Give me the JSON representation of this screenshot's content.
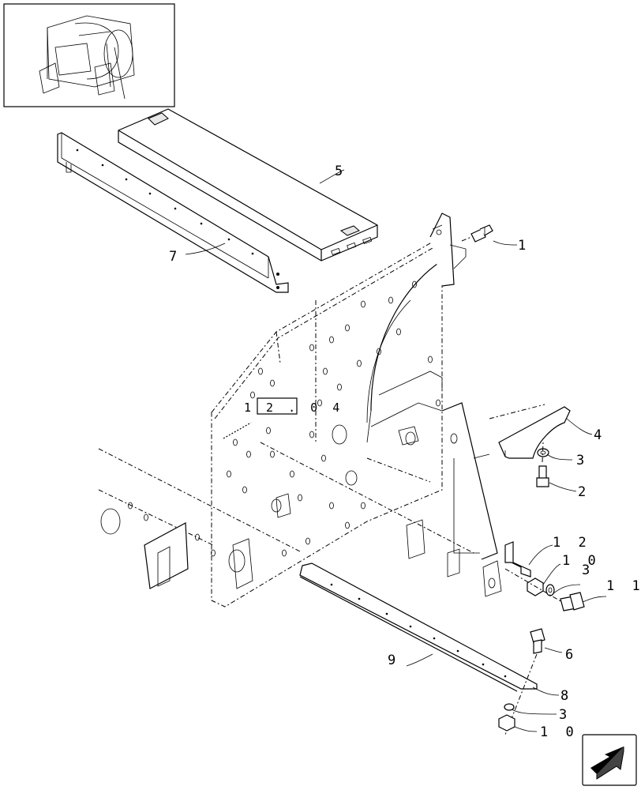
{
  "diagram": {
    "callouts": [
      {
        "id": "c1",
        "text": "1"
      },
      {
        "id": "c2",
        "text": "2"
      },
      {
        "id": "c3a",
        "text": "3"
      },
      {
        "id": "c3b",
        "text": "3"
      },
      {
        "id": "c3c",
        "text": "3"
      },
      {
        "id": "c4",
        "text": "4"
      },
      {
        "id": "c5",
        "text": "5"
      },
      {
        "id": "c6",
        "text": "6"
      },
      {
        "id": "c7",
        "text": "7"
      },
      {
        "id": "c8",
        "text": "8"
      },
      {
        "id": "c9",
        "text": "9"
      },
      {
        "id": "c10a",
        "text": "1 0"
      },
      {
        "id": "c10b",
        "text": "1 0"
      },
      {
        "id": "c11",
        "text": "1 1"
      },
      {
        "id": "c12",
        "text": "1 2"
      }
    ],
    "reference_box": "1 2 . 0 4",
    "nav_icon": "next-page-arrow-icon"
  }
}
